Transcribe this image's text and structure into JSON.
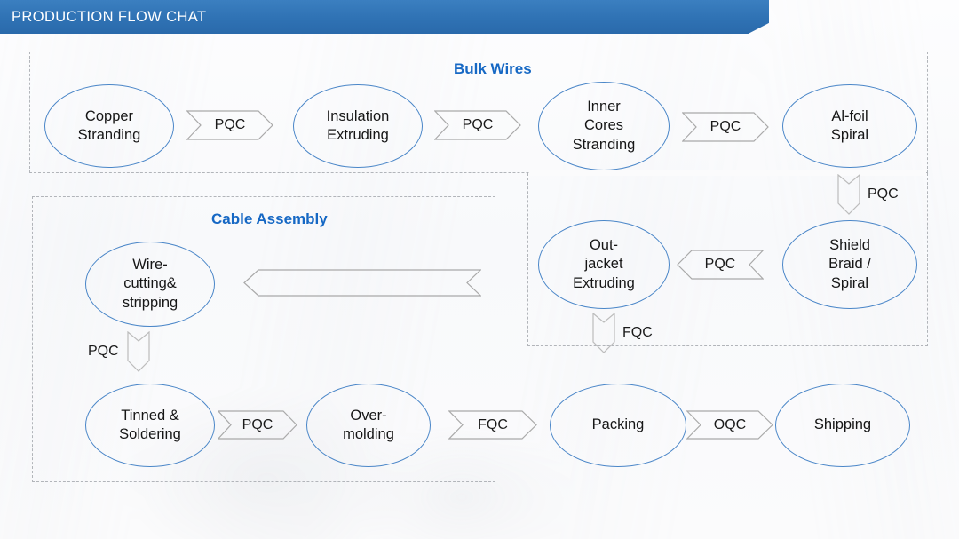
{
  "header": {
    "title": "PRODUCTION FLOW CHAT",
    "color": "#2f72b4"
  },
  "theme": {
    "node_border": "#4a86c8",
    "group_border": "#b2b5ba",
    "group_label_color": "#1668c4",
    "arrow_stroke": "#a9a9a9",
    "text_color": "#161616"
  },
  "groups": [
    {
      "id": "bulk-wires",
      "label": "Bulk Wires"
    },
    {
      "id": "cable-assembly",
      "label": "Cable Assembly"
    }
  ],
  "nodes": {
    "copper_stranding": {
      "line1": "Copper",
      "line2": "Stranding"
    },
    "insulation_extruding": {
      "line1": "Insulation",
      "line2": "Extruding"
    },
    "inner_cores_stranding": {
      "line1": "Inner",
      "line2": "Cores",
      "line3": "Stranding"
    },
    "al_foil_spiral": {
      "line1": "Al-foil",
      "line2": "Spiral"
    },
    "shield_braid_spiral": {
      "line1": "Shield",
      "line2": "Braid /",
      "line3": "Spiral"
    },
    "out_jacket_extruding": {
      "line1": "Out-",
      "line2": "jacket",
      "line3": "Extruding"
    },
    "wire_cutting_stripping": {
      "line1": "Wire-",
      "line2": "cutting&",
      "line3": "stripping"
    },
    "tinned_soldering": {
      "line1": "Tinned &",
      "line2": "Soldering"
    },
    "over_molding": {
      "line1": "Over-",
      "line2": "molding"
    },
    "packing": {
      "line1": "Packing"
    },
    "shipping": {
      "line1": "Shipping"
    }
  },
  "arrows": {
    "copper_to_insulation": {
      "label": "PQC",
      "direction": "right"
    },
    "insulation_to_inner": {
      "label": "PQC",
      "direction": "right"
    },
    "inner_to_alfoil": {
      "label": "PQC",
      "direction": "right"
    },
    "alfoil_to_shield": {
      "label": "PQC",
      "direction": "down"
    },
    "shield_to_outjacket": {
      "label": "PQC",
      "direction": "left"
    },
    "outjacket_to_packing": {
      "label": "FQC",
      "direction": "down"
    },
    "wirecut_to_tinned": {
      "label": "PQC",
      "direction": "down"
    },
    "tinned_to_overmolding": {
      "label": "PQC",
      "direction": "right"
    },
    "overmolding_to_packing": {
      "label": "FQC",
      "direction": "right"
    },
    "packing_to_shipping": {
      "label": "OQC",
      "direction": "right"
    },
    "assembly_return": {
      "label": "",
      "direction": "left"
    }
  }
}
